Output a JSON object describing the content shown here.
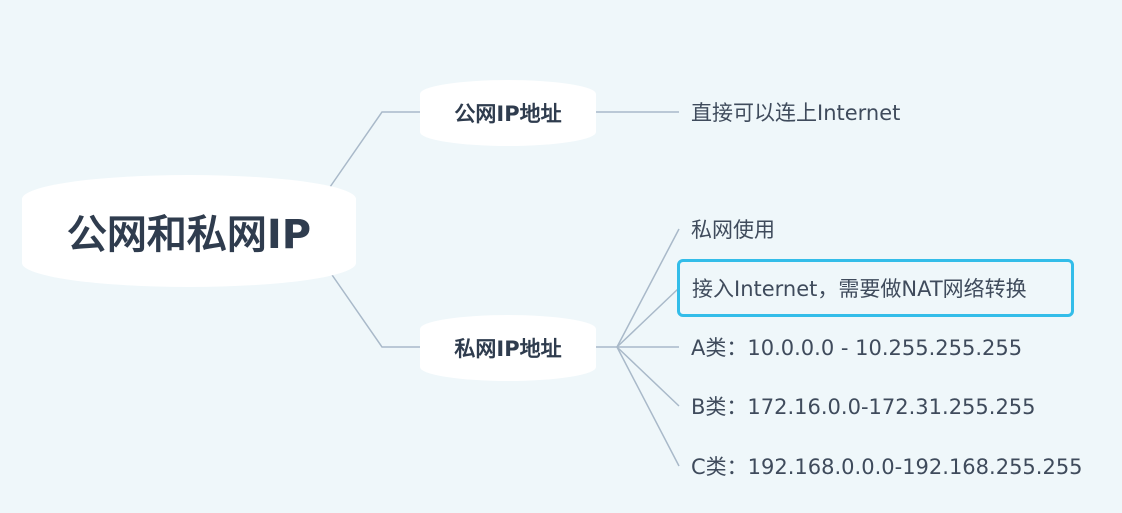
{
  "mindmap": {
    "root": {
      "label": "公网和私网IP"
    },
    "public_branch": {
      "label": "公网IP地址",
      "children": [
        "直接可以连上Internet"
      ]
    },
    "private_branch": {
      "label": "私网IP地址",
      "children": [
        "私网使用",
        "接入Internet，需要做NAT网络转换",
        "A类：10.0.0.0 - 10.255.255.255",
        "B类：172.16.0.0-172.31.255.255",
        "C类：192.168.0.0.0-192.168.255.255"
      ]
    }
  },
  "colors": {
    "background": "#eff7fa",
    "node_fill": "#ffffff",
    "connector": "#a9b9c9",
    "highlight_border": "#33bde9",
    "text": "#3f4b5c"
  }
}
